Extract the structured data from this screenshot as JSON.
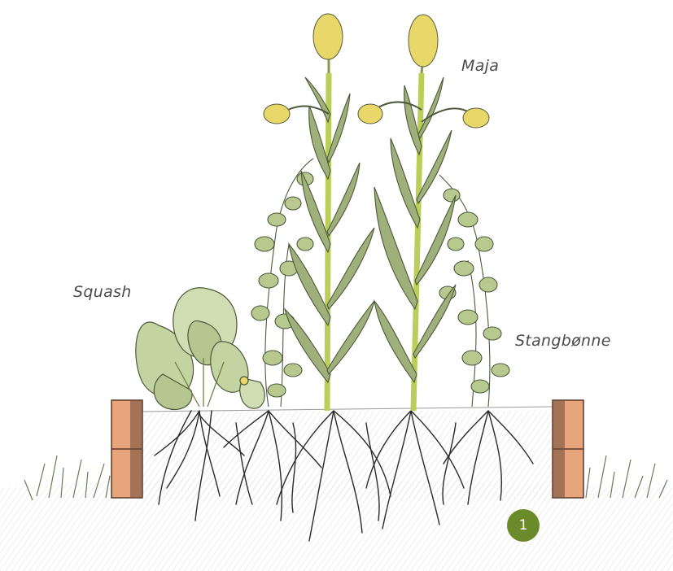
{
  "labels": {
    "corn": "Maja",
    "squash": "Squash",
    "pole_bean": "Stangbønne"
  },
  "marker": {
    "number": "1",
    "color": "#6b8a2a"
  },
  "colors": {
    "leaf": "#9fb07a",
    "leaf_light": "#c4d3a2",
    "stalk": "#b9cf5a",
    "tassel": "#e8d86a",
    "brick": "#e8a47a",
    "root": "#2a2a2a",
    "soil": "#ececec"
  },
  "icons": [
    "corn-plant-icon",
    "squash-plant-icon",
    "pole-bean-icon",
    "brick-border-icon",
    "grass-icon",
    "root-system-icon"
  ]
}
